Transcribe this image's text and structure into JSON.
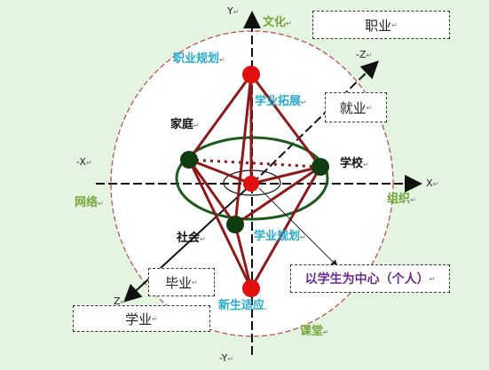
{
  "axes": {
    "y_pos": "Y",
    "y_neg": "-Y",
    "x_pos": "X",
    "x_neg": "-X",
    "z_pos": "Z",
    "z_neg": "-Z"
  },
  "corners": {
    "top": "文化",
    "right": "组织",
    "bottom": "课堂",
    "left": "网络"
  },
  "boxes": {
    "career": "职业",
    "employment": "就业",
    "graduation": "毕业",
    "study": "学业",
    "center": "以学生为中心（个人）"
  },
  "nodes": {
    "career_planning": "职业规划",
    "academic_expansion": "学业拓展",
    "family": "家庭",
    "school": "学校",
    "society": "社会",
    "academic_planning": "学业规划",
    "freshman_adaptation": "新生适应"
  },
  "marks": {
    "paragraph": "↵",
    "period": "."
  },
  "colors": {
    "background": "#e3f5e0",
    "big_circle": "#ffffff",
    "dashed_border": "#b85450",
    "edges": "#8b1a1a",
    "ellipse": "#1d5a1d",
    "red_node": "#e01010",
    "green_node": "#0f3d10",
    "label_green": "#76a43c",
    "label_blue": "#29a9d0",
    "center_text": "#6b2b8e"
  }
}
